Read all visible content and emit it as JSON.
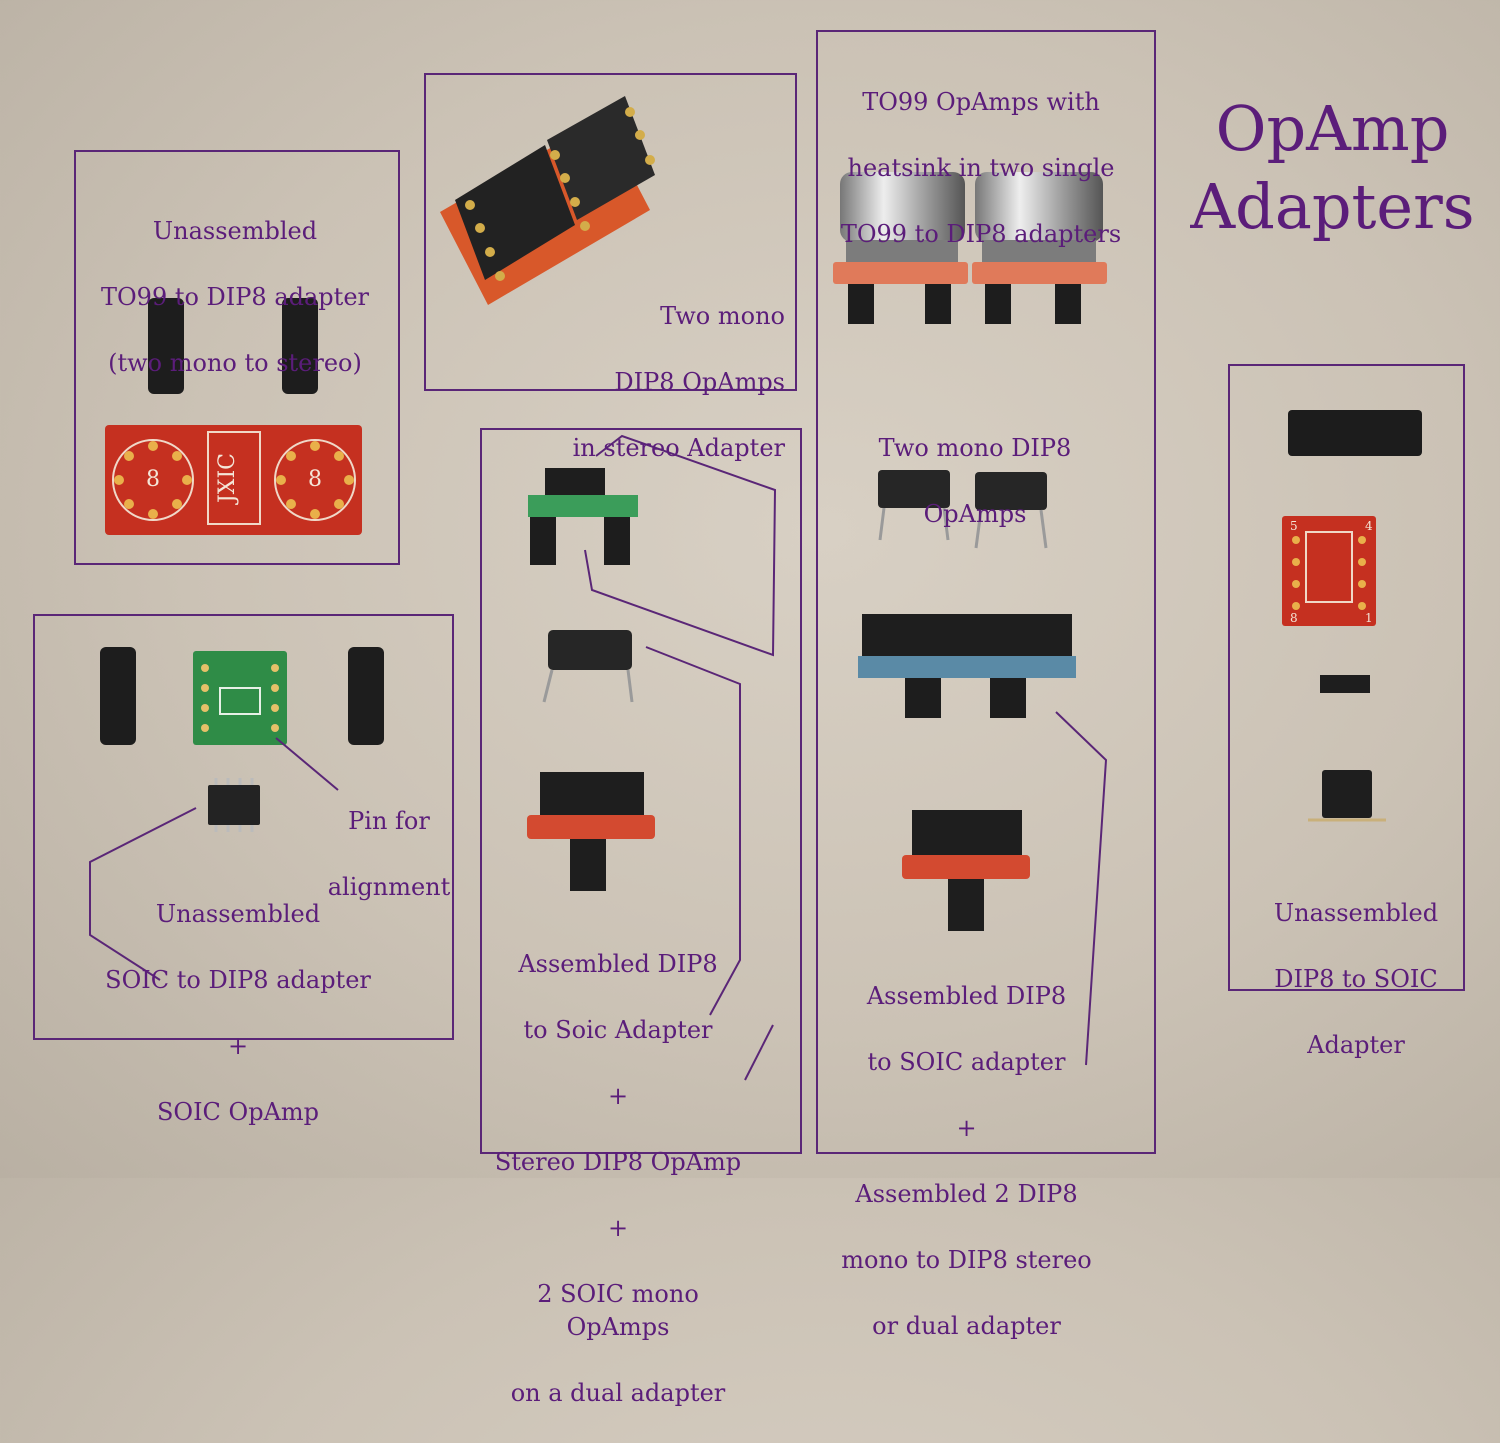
{
  "title": {
    "line1": "OpAmp",
    "line2": "Adapters"
  },
  "captions": {
    "to99_unassembled": [
      "Unassembled",
      "TO99 to DIP8 adapter",
      "(two mono to stereo)"
    ],
    "two_mono_stereo": [
      "Two mono",
      "DIP8 OpAmps",
      "in stereo Adapter"
    ],
    "to99_heatsink": [
      "TO99 OpAmps with",
      "heatsink in two single",
      "TO99 to DIP8 adapters"
    ],
    "two_mono_dip8": [
      "Two mono DIP8",
      "OpAmps"
    ],
    "pin_alignment": [
      "Pin for",
      "alignment"
    ],
    "soic_unassembled": [
      "Unassembled",
      "SOIC to DIP8 adapter",
      "+",
      "SOIC OpAmp"
    ],
    "assembled_dip8_soic_left": [
      "Assembled DIP8",
      "to Soic Adapter",
      "+",
      "Stereo DIP8 OpAmp",
      "+",
      "2 SOIC mono OpAmps",
      "on a dual adapter"
    ],
    "assembled_dip8_soic_right": [
      "Assembled DIP8",
      "to SOIC adapter",
      "+",
      "Assembled 2 DIP8",
      "mono to DIP8 stereo",
      "or dual adapter"
    ],
    "dip8_to_soic": [
      "Unassembled",
      "DIP8 to SOIC",
      "Adapter"
    ]
  },
  "pcb_labels": {
    "jxic": "JXIC",
    "pin8": "8",
    "num5": "5",
    "num4": "4",
    "num8": "8",
    "num1": "1"
  },
  "colors": {
    "line": "#5a2677",
    "text": "#5b1d7a",
    "pcb_red": "#c53020",
    "pcb_green": "#2f8c47",
    "chip": "#1e1e1e",
    "gold": "#c9a23a"
  }
}
